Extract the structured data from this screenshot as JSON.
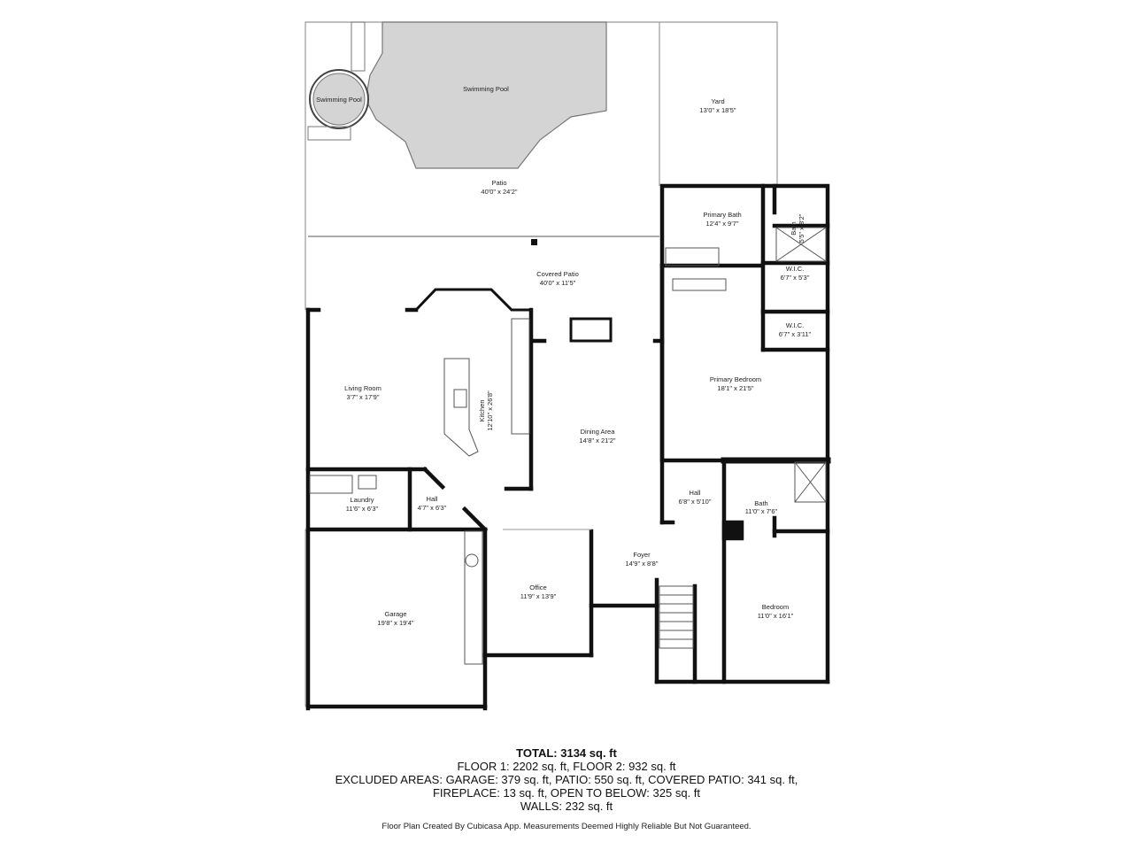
{
  "rooms": {
    "swimming_pool_small": {
      "name": "Swimming Pool"
    },
    "swimming_pool": {
      "name": "Swimming Pool"
    },
    "yard": {
      "name": "Yard",
      "dims": "13'0\" x 18'5\""
    },
    "patio": {
      "name": "Patio",
      "dims": "40'0\" x 24'2\""
    },
    "primary_bath": {
      "name": "Primary Bath",
      "dims": "12'4\" x 9'7\""
    },
    "bath_small": {
      "name": "Bath",
      "dims": "5'5\" x 8'2\""
    },
    "covered_patio": {
      "name": "Covered Patio",
      "dims": "40'0\" x 11'5\""
    },
    "wic_1": {
      "name": "W.I.C.",
      "dims": "6'7\" x 5'3\""
    },
    "wic_2": {
      "name": "W.I.C.",
      "dims": "6'7\" x 3'11\""
    },
    "living_room": {
      "name": "Living Room",
      "dims": "3'7\" x 17'9\""
    },
    "kitchen": {
      "name": "Kitchen",
      "dims": "12'10\" x 26'8\""
    },
    "primary_bedroom": {
      "name": "Primary Bedroom",
      "dims": "18'1\" x 21'5\""
    },
    "dining_area": {
      "name": "Dining Area",
      "dims": "14'8\" x 21'2\""
    },
    "hall_1": {
      "name": "Hall",
      "dims": "6'8\" x 5'10\""
    },
    "bath": {
      "name": "Bath",
      "dims": "11'0\" x 7'6\""
    },
    "laundry": {
      "name": "Laundry",
      "dims": "11'6\" x 6'3\""
    },
    "hall_2": {
      "name": "Hall",
      "dims": "4'7\" x 6'3\""
    },
    "foyer": {
      "name": "Foyer",
      "dims": "14'9\" x 8'8\""
    },
    "office": {
      "name": "Office",
      "dims": "11'9\" x 13'9\""
    },
    "garage": {
      "name": "Garage",
      "dims": "19'8\" x 19'4\""
    },
    "bedroom": {
      "name": "Bedroom",
      "dims": "11'0\" x 16'1\""
    }
  },
  "summary": {
    "total": "TOTAL: 3134 sq. ft",
    "floors": "FLOOR 1: 2202 sq. ft, FLOOR 2: 932 sq. ft",
    "excluded_1": "EXCLUDED AREAS: GARAGE: 379 sq. ft, PATIO: 550 sq. ft, COVERED PATIO: 341 sq. ft,",
    "excluded_2": "FIREPLACE: 13 sq. ft, OPEN TO BELOW: 325 sq. ft",
    "walls": "WALLS: 232 sq. ft"
  },
  "credit": "Floor Plan Created By Cubicasa App. Measurements Deemed Highly Reliable But Not Guaranteed.",
  "colors": {
    "wall": "#111111",
    "pool": "#d4d4d4",
    "line": "#888888"
  }
}
